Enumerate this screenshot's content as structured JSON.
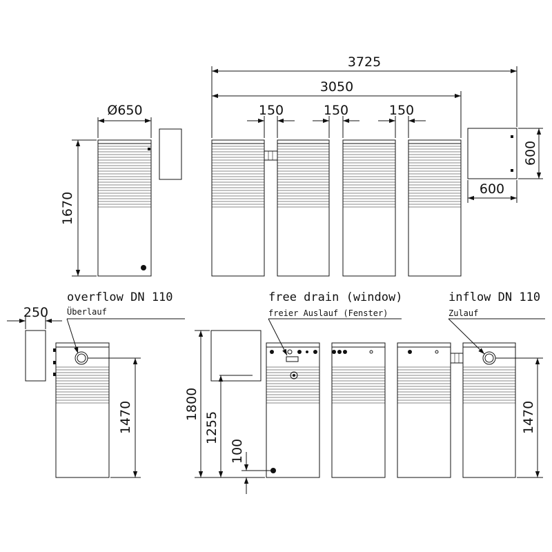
{
  "dimensions": {
    "total_length": "3725",
    "tank_row_length": "3050",
    "gap_1": "150",
    "gap_2": "150",
    "gap_3": "150",
    "diameter": "Ø650",
    "height_side": "1670",
    "box_depth": "600",
    "box_width": "600",
    "side_box_thickness": "250",
    "overflow_height": "1470",
    "inflow_height": "1470",
    "total_height": "1800",
    "drain_height": "1255",
    "bottom_offset": "100"
  },
  "labels": {
    "overflow_title": "overflow DN  110",
    "overflow_sub": "Überlauf",
    "drain_title": "free drain (window)",
    "drain_sub": "freier Auslauf (Fenster)",
    "inflow_title": "inflow DN 110",
    "inflow_sub": "Zulauf"
  }
}
